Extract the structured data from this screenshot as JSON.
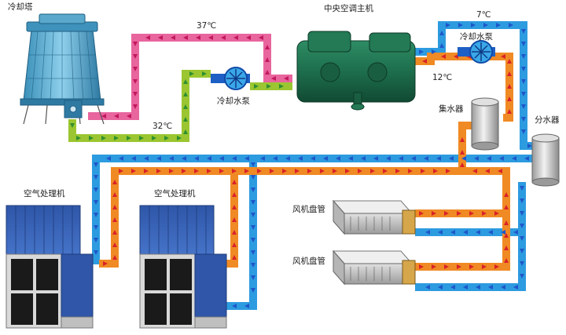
{
  "labels": {
    "cooling_tower": "冷却塔",
    "chiller": "中央空调主机",
    "cooling_pump_left": "冷却水泵",
    "cooling_pump_right": "冷却水泵",
    "temp_37": "37℃",
    "temp_32": "32℃",
    "temp_7": "7℃",
    "temp_12": "12℃",
    "collector": "集水器",
    "distributor": "分水器",
    "ahu_left": "空气处理机",
    "ahu_right": "空气处理机",
    "fcu_top": "风机盘管",
    "fcu_bottom": "风机盘管"
  },
  "colors": {
    "pink_pipe": "#e8659e",
    "lime_pipe": "#9bc631",
    "blue_pipe": "#2d9be0",
    "orange_pipe": "#f08a24",
    "arrow_red": "#d9212a",
    "arrow_blue": "#1f56c9",
    "arrow_green": "#2f8f2f",
    "arrow_pink": "#c2185b"
  }
}
